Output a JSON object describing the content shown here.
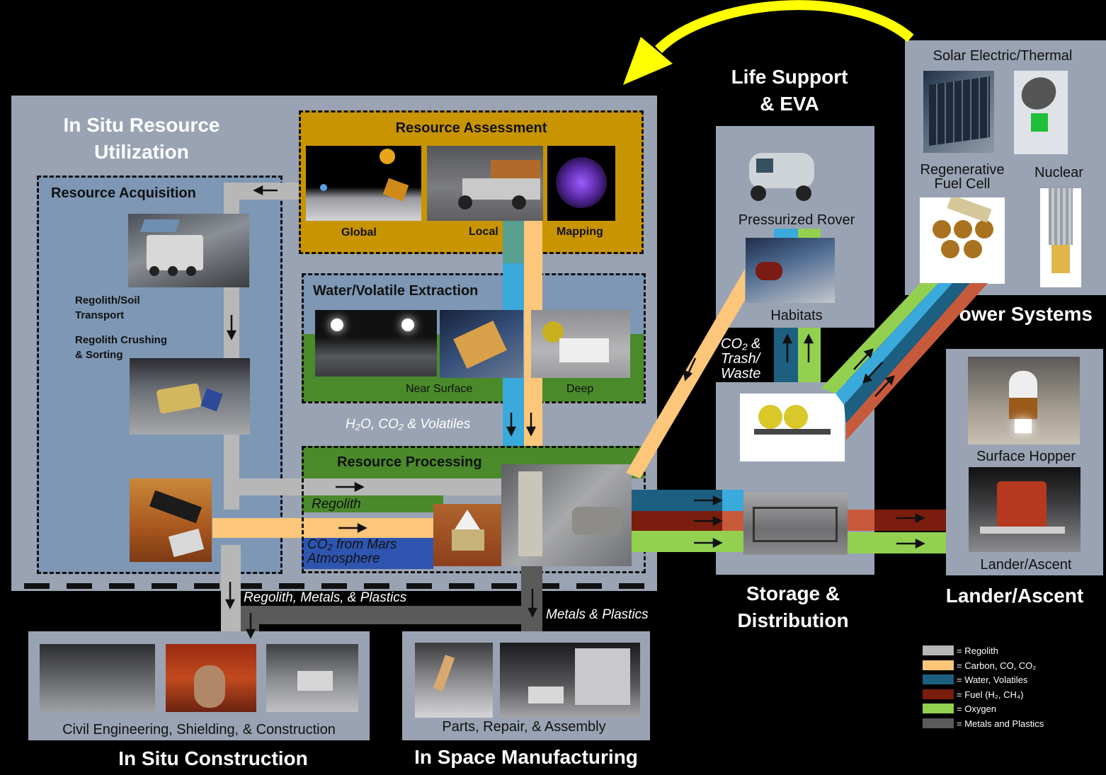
{
  "isru": {
    "title_line1": "In Situ Resource",
    "title_line2": "Utilization"
  },
  "resource_acquisition": {
    "title": "Resource Acquisition",
    "regolith_transport_line1": "Regolith/Soil",
    "regolith_transport_line2": "Transport",
    "crushing_line1": "Regolith Crushing",
    "crushing_line2": "& Sorting"
  },
  "resource_assessment": {
    "title": "Resource Assessment",
    "labels": [
      "Global",
      "Local",
      "Mapping"
    ]
  },
  "water_extraction": {
    "title": "Water/Volatile Extraction",
    "labels": [
      "Near Surface",
      "Deep"
    ]
  },
  "volatiles_flow": "H₂O, CO₂ & Volatiles",
  "resource_processing": {
    "title": "Resource Processing",
    "regolith": "Regolith",
    "co2_line1": "CO₂ from Mars",
    "co2_line2": "Atmosphere"
  },
  "flows": {
    "regolith_metals_plastics": "Regolith, Metals, & Plastics",
    "metals_plastics": "Metals & Plastics",
    "co2_trash_line1": "CO₂ &",
    "co2_trash_line2": "Trash/",
    "co2_trash_line3": "Waste"
  },
  "construction": {
    "caption": "Civil Engineering, Shielding, & Construction",
    "title": "In Situ Construction"
  },
  "manufacturing": {
    "caption": "Parts, Repair, & Assembly",
    "title": "In Space Manufacturing"
  },
  "life_support": {
    "title_line1": "Life Support",
    "title_line2": "& EVA",
    "rover": "Pressurized Rover",
    "habitats": "Habitats"
  },
  "storage": {
    "title_line1": "Storage &",
    "title_line2": "Distribution"
  },
  "power": {
    "solar": "Solar Electric/Thermal",
    "regen_line1": "Regenerative",
    "regen_line2": "Fuel Cell",
    "nuclear": "Nuclear",
    "title": "Power Systems"
  },
  "lander": {
    "hopper": "Surface Hopper",
    "ascent_caption": "Lander/Ascent",
    "title": "Lander/Ascent"
  },
  "legend": [
    {
      "label": "= Regolith",
      "color": "#b7b7b7"
    },
    {
      "label": "= Carbon, CO, CO₂",
      "color": "#fcc77a"
    },
    {
      "label": "= Water, Volatiles",
      "color": "#1c5f80"
    },
    {
      "label": "= Fuel (H₂, CH₄)",
      "color": "#7a1d0e"
    },
    {
      "label": "= Oxygen",
      "color": "#93d050"
    },
    {
      "label": "= Metals and Plastics",
      "color": "#5a5a5a"
    }
  ],
  "colors": {
    "regolith": "#b7b7b7",
    "carbon": "#fcc77a",
    "water": "#3aa9dc",
    "water_dark": "#1c5f80",
    "fuel": "#7a1d0e",
    "fuel_light": "#c85a3c",
    "oxygen": "#93d050",
    "metals": "#5a5a5a",
    "yellow_arrow": "#ffff00",
    "gold_panel": "#c89400",
    "green_panel": "#4a8a2a",
    "blue_panel": "#2e55b0"
  }
}
